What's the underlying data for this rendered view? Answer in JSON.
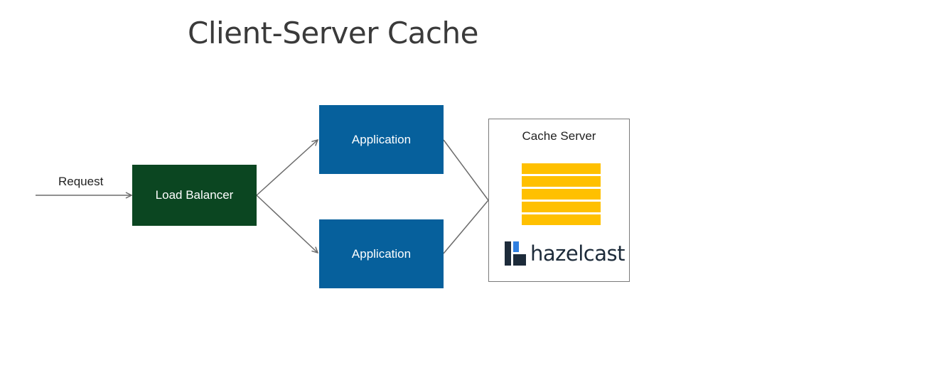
{
  "title": "Client-Server Cache",
  "request_label": "Request",
  "load_balancer_label": "Load Balancer",
  "applications": [
    {
      "label": "Application"
    },
    {
      "label": "Application"
    }
  ],
  "cache_server": {
    "label": "Cache Server",
    "stack_rows": 5,
    "logo_text": "hazelcast"
  },
  "colors": {
    "load_balancer": "#0b4621",
    "application": "#06609c",
    "cache_stack": "#ffc000",
    "arrows": "#6b6b6b"
  }
}
